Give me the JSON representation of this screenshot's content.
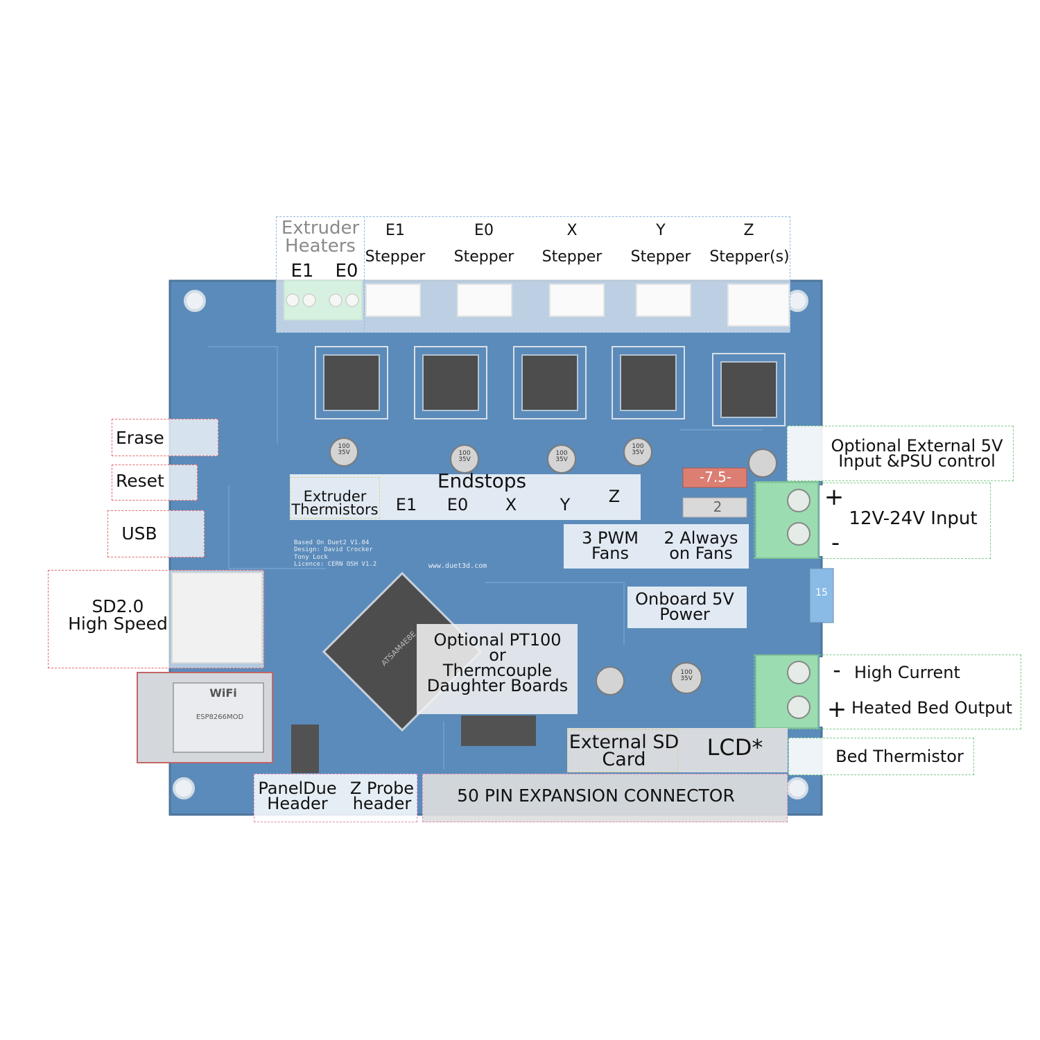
{
  "colors": {
    "board": "#2b6aa6",
    "board_dark": "#1f5486",
    "chip": "#1b1b1b",
    "terminal": "#7fd39b"
  },
  "top": {
    "extruder_heaters": "Extruder\nHeaters",
    "heater_e1": "E1",
    "heater_e0": "E0",
    "steppers": [
      {
        "axis": "E1",
        "label": "Stepper"
      },
      {
        "axis": "E0",
        "label": "Stepper"
      },
      {
        "axis": "X",
        "label": "Stepper"
      },
      {
        "axis": "Y",
        "label": "Stepper"
      },
      {
        "axis": "Z",
        "label": "Stepper(s)"
      }
    ]
  },
  "left": {
    "erase": "Erase",
    "reset": "Reset",
    "usb": "USB",
    "sd": "SD2.0\nHigh Speed"
  },
  "middle": {
    "extruder_thermistors": "Extruder\nThermistors",
    "endstops": "Endstops",
    "endstop_e1": "E1",
    "endstop_e0": "E0",
    "endstop_x": "X",
    "endstop_y": "Y",
    "endstop_z": "Z",
    "pwm_fans": "3 PWM\nFans",
    "always_on_fans": "2 Always\non Fans",
    "onboard_5v": "Onboard 5V\nPower",
    "daughter_boards": "Optional  PT100\nor\nThermcouple\nDaughter Boards"
  },
  "right": {
    "ext_5v": "Optional External 5V\nInput &PSU control",
    "plus_sign": "+",
    "minus_sign": "-",
    "input": "12V-24V Input",
    "bed_minus": "-",
    "bed_plus": "+",
    "high_current": "High Current",
    "heated_bed": "Heated Bed Output",
    "bed_thermistor": "Bed Thermistor"
  },
  "bottom": {
    "external_sd": "External SD\nCard",
    "lcd": "LCD*",
    "paneldue": "PanelDue\nHeader",
    "zprobe": "Z Probe\nheader",
    "expansion": "50 PIN EXPANSION CONNECTOR"
  },
  "board_print": {
    "fuse1": "-7.5-",
    "fuse2": "2",
    "fuse3": "15",
    "cap1": "100\n35V",
    "cap2": "100\n35V",
    "cap3": "100\n35V",
    "cap4": "100\n35V",
    "cap5": "100\n35V",
    "wifi": "WiFi",
    "wifi_model": "ESP8266MOD",
    "atmel": "ATSAM4E8E",
    "credits": "Based On Duet2 V1.04\nDesign: David Crocker\nTony Lock\nLicence: CERN OSH V1.2",
    "url": "www.duet3d.com"
  }
}
